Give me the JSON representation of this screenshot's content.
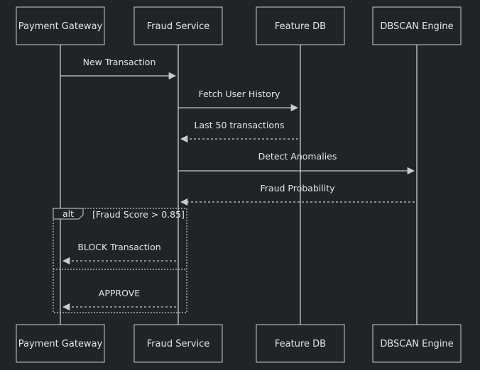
{
  "diagram": {
    "type": "sequence",
    "colors": {
      "background": "#222326",
      "line": "#cccccc",
      "text": "#e6e6e6"
    },
    "actors": [
      {
        "id": "gw",
        "label": "Payment Gateway"
      },
      {
        "id": "fs",
        "label": "Fraud Service"
      },
      {
        "id": "db",
        "label": "Feature DB"
      },
      {
        "id": "dbscan",
        "label": "DBSCAN Engine"
      }
    ],
    "messages": [
      {
        "from": "gw",
        "to": "fs",
        "label": "New Transaction",
        "style": "solid"
      },
      {
        "from": "fs",
        "to": "db",
        "label": "Fetch User History",
        "style": "solid"
      },
      {
        "from": "db",
        "to": "fs",
        "label": "Last 50 transactions",
        "style": "dashed"
      },
      {
        "from": "fs",
        "to": "dbscan",
        "label": "Detect Anomalies",
        "style": "solid"
      },
      {
        "from": "dbscan",
        "to": "fs",
        "label": "Fraud Probability",
        "style": "dashed"
      },
      {
        "from": "fs",
        "to": "gw",
        "label": "BLOCK Transaction",
        "style": "dashed"
      },
      {
        "from": "fs",
        "to": "gw",
        "label": "APPROVE",
        "style": "dashed"
      }
    ],
    "fragment": {
      "kind": "alt",
      "condition": "[Fraud Score > 0.85]"
    }
  }
}
